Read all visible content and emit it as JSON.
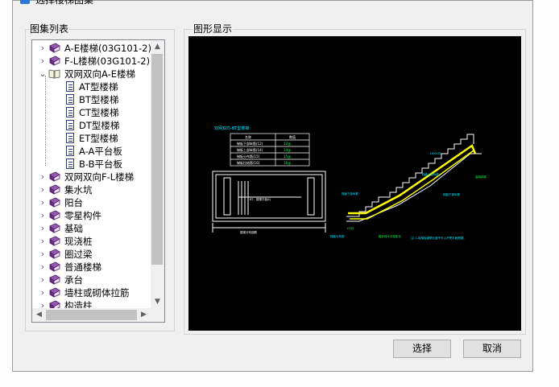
{
  "window": {
    "title": "选择楼梯图集"
  },
  "left_panel": {
    "label": "图集列表",
    "tree": [
      {
        "label": "A-E楼梯(03G101-2)",
        "expanded": false,
        "level": 0,
        "icon": "book-icon"
      },
      {
        "label": "F-L楼梯(03G101-2)",
        "expanded": false,
        "level": 0,
        "icon": "book-icon"
      },
      {
        "label": "双网双向A-E楼梯",
        "expanded": true,
        "level": 0,
        "icon": "open-book-icon"
      },
      {
        "label": "AT型楼梯",
        "level": 1,
        "icon": "document-icon"
      },
      {
        "label": "BT型楼梯",
        "level": 1,
        "icon": "document-icon"
      },
      {
        "label": "CT型楼梯",
        "level": 1,
        "icon": "document-icon"
      },
      {
        "label": "DT型楼梯",
        "level": 1,
        "icon": "document-icon"
      },
      {
        "label": "ET型楼梯",
        "level": 1,
        "icon": "document-icon"
      },
      {
        "label": "A-A平台板",
        "level": 1,
        "icon": "document-icon"
      },
      {
        "label": "B-B平台板",
        "level": 1,
        "icon": "document-icon"
      },
      {
        "label": "双网双向F-L楼梯",
        "expanded": false,
        "level": 0,
        "icon": "book-icon"
      },
      {
        "label": "集水坑",
        "expanded": false,
        "level": 0,
        "icon": "book-icon"
      },
      {
        "label": "阳台",
        "expanded": false,
        "level": 0,
        "icon": "book-icon"
      },
      {
        "label": "零星构件",
        "expanded": false,
        "level": 0,
        "icon": "book-icon"
      },
      {
        "label": "基础",
        "expanded": false,
        "level": 0,
        "icon": "book-icon"
      },
      {
        "label": "现浇桩",
        "expanded": false,
        "level": 0,
        "icon": "book-icon"
      },
      {
        "label": "圈过梁",
        "expanded": false,
        "level": 0,
        "icon": "book-icon"
      },
      {
        "label": "普通楼梯",
        "expanded": false,
        "level": 0,
        "icon": "book-icon"
      },
      {
        "label": "承台",
        "expanded": false,
        "level": 0,
        "icon": "book-icon"
      },
      {
        "label": "墙柱或砌体拉筋",
        "expanded": false,
        "level": 0,
        "icon": "book-icon"
      },
      {
        "label": "构造柱",
        "expanded": false,
        "level": 0,
        "icon": "book-icon"
      }
    ]
  },
  "right_panel": {
    "label": "图形显示",
    "drawing_title": "双网双向-BT型楼梯:",
    "table_headers": [
      "名称",
      "数值"
    ],
    "table_rows": [
      [
        "梯板下部纵筋(12)",
        "12@"
      ],
      [
        "梯板上部纵筋(14)",
        "14@"
      ],
      [
        "梯板分布筋(15)",
        "15@"
      ],
      [
        "梯板拉结筋(16)",
        "16@"
      ]
    ],
    "note": "注: 1.楼梯板钢筋长度不可以不受平面限制。",
    "colors": {
      "background": "#000000",
      "lines": "#ffffff",
      "highlight": "#ffff00",
      "annot": "#00e5ff",
      "dim": "#00ff40"
    }
  },
  "buttons": {
    "select": "选择",
    "cancel": "取消"
  }
}
